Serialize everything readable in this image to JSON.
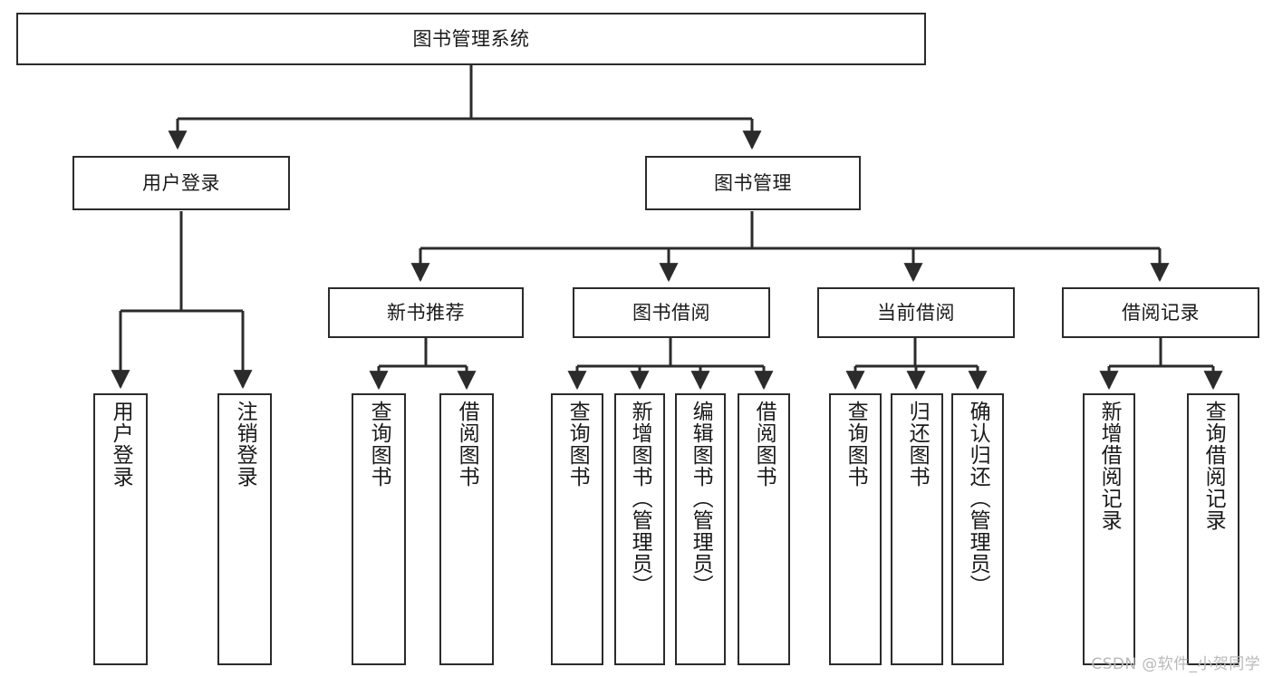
{
  "diagram": {
    "title": "图书管理系统",
    "type": "hierarchy-tree",
    "watermark": "CSDN @软件_小贺同学",
    "colors": {
      "box_border": "#2b2b2b",
      "box_fill": "#ffffff",
      "edge": "#2b2b2b",
      "text": "#1a1a1a",
      "watermark": "#b9b9b9"
    },
    "root": {
      "label": "图书管理系统"
    },
    "level1": [
      {
        "label": "用户登录"
      },
      {
        "label": "图书管理"
      }
    ],
    "level2": [
      {
        "label": "新书推荐"
      },
      {
        "label": "图书借阅"
      },
      {
        "label": "当前借阅"
      },
      {
        "label": "借阅记录"
      }
    ],
    "leaves": {
      "user_login": [
        {
          "label": "用户登录"
        },
        {
          "label": "注销登录"
        }
      ],
      "new_book_recommend": [
        {
          "label": "查询图书"
        },
        {
          "label": "借阅图书"
        }
      ],
      "book_borrow": [
        {
          "label": "查询图书"
        },
        {
          "label": "新增图书（管理员）"
        },
        {
          "label": "编辑图书（管理员）"
        },
        {
          "label": "借阅图书"
        }
      ],
      "current_borrow": [
        {
          "label": "查询图书"
        },
        {
          "label": "归还图书"
        },
        {
          "label": "确认归还（管理员）"
        }
      ],
      "borrow_record": [
        {
          "label": "新增借阅记录"
        },
        {
          "label": "查询借阅记录"
        }
      ]
    }
  }
}
